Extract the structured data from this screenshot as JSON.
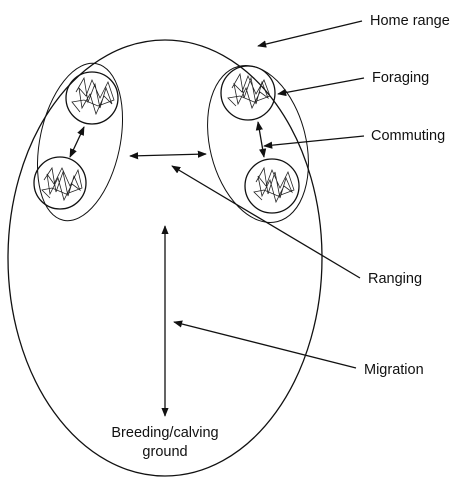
{
  "labels": {
    "home_range": "Home range",
    "foraging": "Foraging",
    "commuting": "Commuting",
    "ranging": "Ranging",
    "migration": "Migration",
    "breeding_line1": "Breeding/calving",
    "breeding_line2": "ground"
  },
  "colors": {
    "stroke": "#111111",
    "background": "#ffffff"
  }
}
